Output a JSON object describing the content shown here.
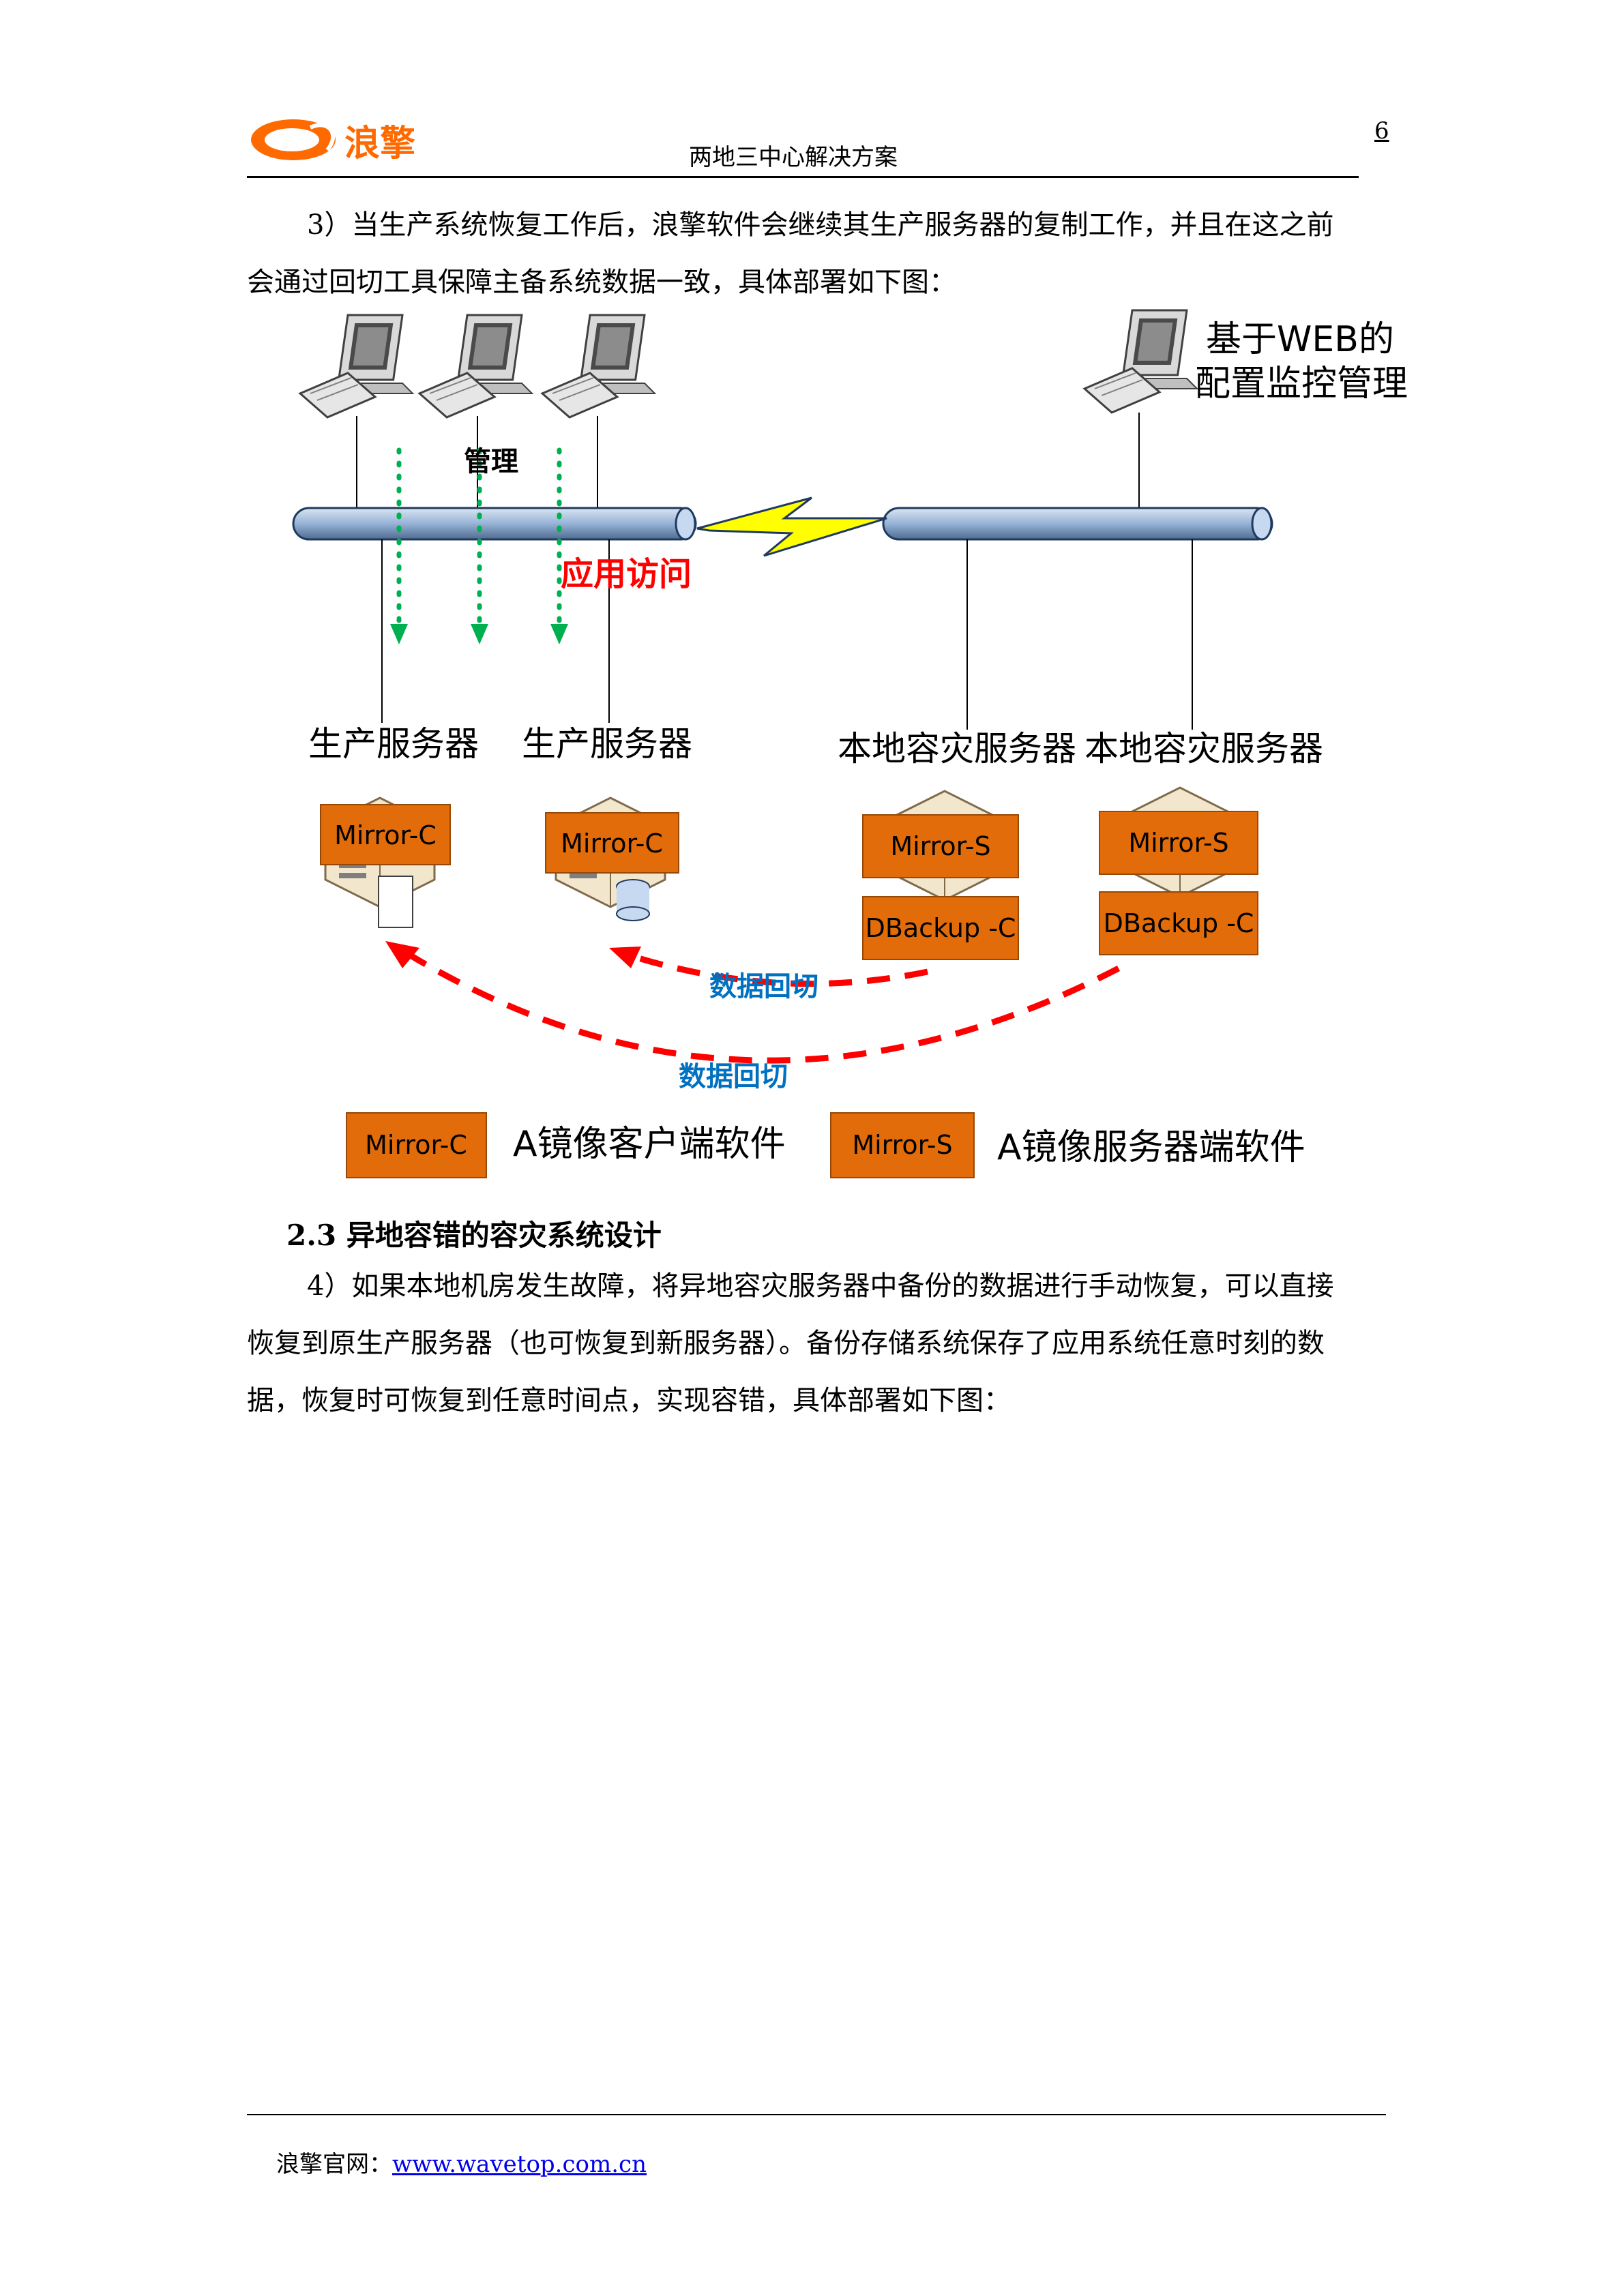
{
  "header": {
    "logo_text": "浪擎",
    "title": "两地三中心解决方案",
    "page_number": "6"
  },
  "para1": {
    "line1": "3）当生产系统恢复工作后，浪擎软件会继续其生产服务器的复制工作，并且在这之前",
    "line2": "会通过回切工具保障主备系统数据一致，具体部署如下图："
  },
  "diagram": {
    "web_label_line1": "基于WEB的",
    "web_label_line2": "配置监控管理",
    "manage_label": "管理",
    "app_access_label": "应用访问",
    "prod_server_1": "生产服务器",
    "prod_server_2": "生产服务器",
    "dr_server_1": "本地容灾服务器",
    "dr_server_2": "本地容灾服务器",
    "mirror_c_1": "Mirror-C",
    "mirror_c_2": "Mirror-C",
    "mirror_s_1": "Mirror-S",
    "mirror_s_2": "Mirror-S",
    "dbackup_1": "DBackup -C",
    "dbackup_2": "DBackup -C",
    "data_switch_1": "数据回切",
    "data_switch_2": "数据回切",
    "legend_mirror_c": "Mirror-C",
    "legend_mirror_c_desc": "A镜像客户端软件",
    "legend_mirror_s": "Mirror-S",
    "legend_mirror_s_desc": "A镜像服务器端软件",
    "colors": {
      "orange_box": "#e36c0a",
      "red_accent": "#ff0000",
      "blue_label": "#0070c0",
      "green_arrow": "#00b050",
      "pipe_fill": "#95b3d7",
      "bolt": "#ffff00"
    }
  },
  "section": {
    "heading": "2.3 异地容错的容灾系统设计"
  },
  "para2": {
    "line1": "4）如果本地机房发生故障，将异地容灾服务器中备份的数据进行手动恢复，可以直接",
    "line2": "恢复到原生产服务器（也可恢复到新服务器）。备份存储系统保存了应用系统任意时刻的数",
    "line3": "据，恢复时可恢复到任意时间点，实现容错，具体部署如下图："
  },
  "footer": {
    "label": "浪擎官网：",
    "link": "www.wavetop.com.cn"
  }
}
